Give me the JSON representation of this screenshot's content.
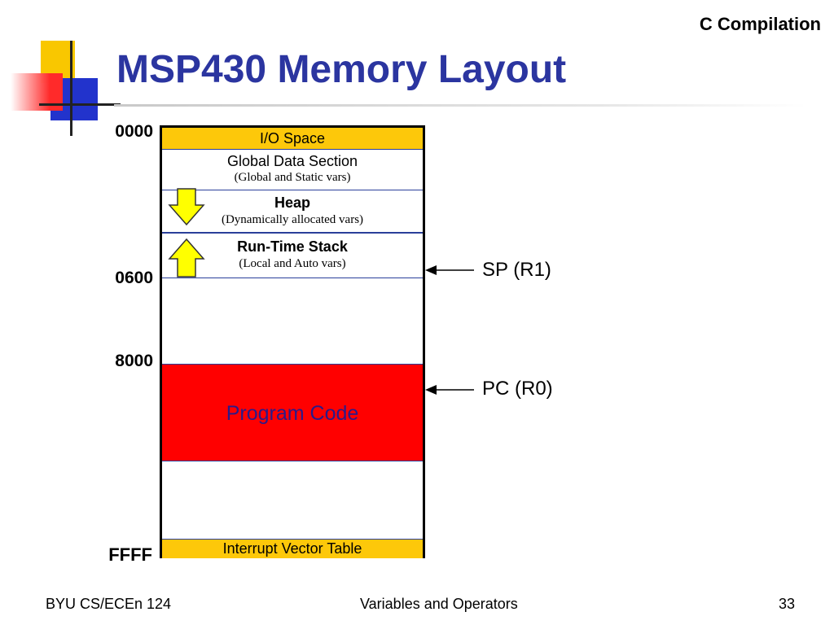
{
  "slide": {
    "title": "MSP430 Memory Layout",
    "section": "C Compilation"
  },
  "addresses": {
    "a0000": "0000",
    "a0600": "0600",
    "a8000": "8000",
    "affff": "FFFF"
  },
  "regions": {
    "io": "I/O Space",
    "global_title": "Global Data Section",
    "global_sub": "(Global and Static vars)",
    "heap_title": "Heap",
    "heap_sub": "(Dynamically allocated vars)",
    "stack_title": "Run-Time Stack",
    "stack_sub": "(Local and Auto vars)",
    "program": "Program Code",
    "ivt": "Interrupt Vector Table"
  },
  "pointers": {
    "sp": "SP (R1)",
    "pc": "PC (R0)"
  },
  "footer": {
    "left": "BYU CS/ECEn 124",
    "center": "Variables and Operators",
    "page": "33"
  },
  "colors": {
    "title": "#2b35a0",
    "io_and_ivt": "#fdc80a",
    "program": "#ff0000",
    "growth_arrows": "#ffff00"
  }
}
